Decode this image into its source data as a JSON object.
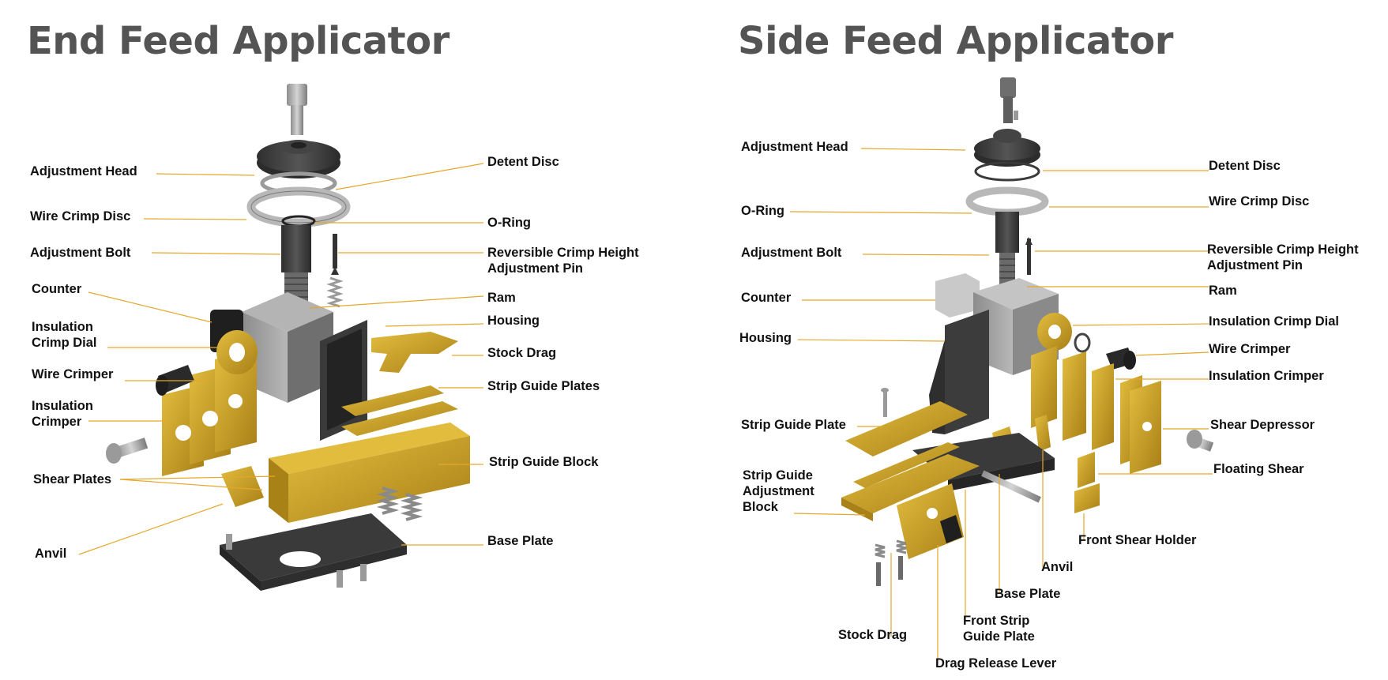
{
  "titles": {
    "end": "End Feed Applicator",
    "side": "Side Feed Applicator"
  },
  "colors": {
    "leader": "#E5A72B",
    "brass": "#C9A02A",
    "dark_part": "#3D3D3D",
    "steel": "#A8A8A8",
    "title": "#545454"
  },
  "end_feed": {
    "adjustment_head": "Adjustment Head",
    "wire_crimp_disc": "Wire Crimp Disc",
    "adjustment_bolt": "Adjustment Bolt",
    "counter": "Counter",
    "insulation_crimp_dial": [
      "Insulation",
      "Crimp Dial"
    ],
    "wire_crimper": "Wire Crimper",
    "insulation_crimper": [
      "Insulation",
      "Crimper"
    ],
    "shear_plates": "Shear Plates",
    "anvil": "Anvil",
    "detent_disc": "Detent Disc",
    "o_ring": "O-Ring",
    "reversible_pin": [
      "Reversible Crimp Height",
      "Adjustment Pin"
    ],
    "ram": "Ram",
    "housing": "Housing",
    "stock_drag": "Stock Drag",
    "strip_guide_plates": "Strip Guide Plates",
    "strip_guide_block": "Strip Guide Block",
    "base_plate": "Base Plate"
  },
  "side_feed": {
    "adjustment_head": "Adjustment Head",
    "o_ring": "O-Ring",
    "adjustment_bolt": "Adjustment Bolt",
    "counter": "Counter",
    "housing": "Housing",
    "strip_guide_plate": "Strip Guide Plate",
    "strip_guide_adjustment_block": [
      "Strip Guide",
      "Adjustment",
      "Block"
    ],
    "stock_drag": "Stock Drag",
    "drag_release_lever": "Drag Release Lever",
    "front_strip_guide_plate": [
      "Front Strip",
      "Guide Plate"
    ],
    "base_plate": "Base Plate",
    "anvil": "Anvil",
    "front_shear_holder": "Front Shear Holder",
    "detent_disc": "Detent Disc",
    "wire_crimp_disc": "Wire Crimp Disc",
    "reversible_pin": [
      "Reversible Crimp Height",
      "Adjustment Pin"
    ],
    "ram": "Ram",
    "insulation_crimp_dial": "Insulation Crimp Dial",
    "wire_crimper": "Wire Crimper",
    "insulation_crimper": "Insulation Crimper",
    "shear_depressor": "Shear Depressor",
    "floating_shear": "Floating Shear"
  }
}
